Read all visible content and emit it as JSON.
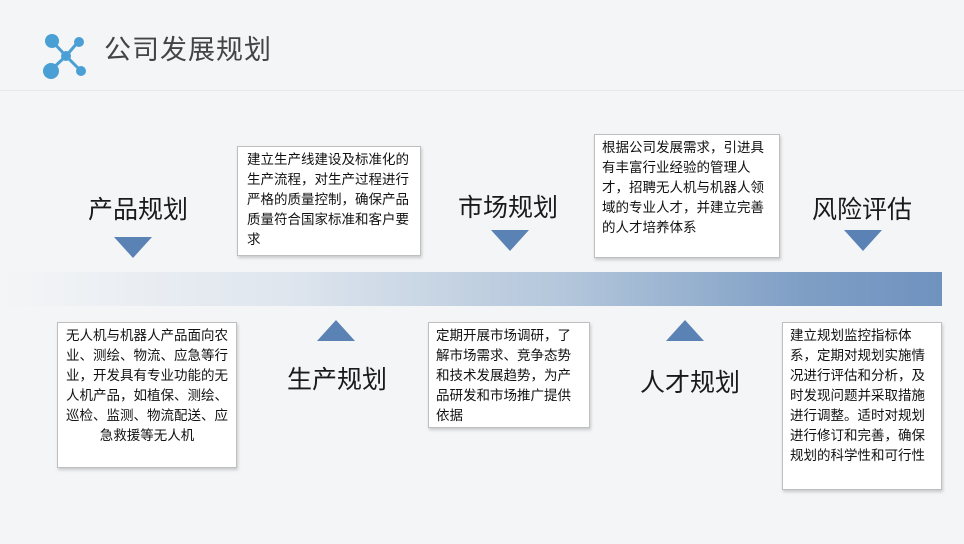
{
  "page": {
    "title": "公司发展规划"
  },
  "colors": {
    "accent": "#5a82b4",
    "logo": "#4a9fd4"
  },
  "stages": [
    {
      "label": "产品规划",
      "text": "无人机与机器人产品面向农业、测绘、物流、应急等行业，开发具有专业功能的无人机产品，如植保、测绘、巡检、监测、物流配送、应急救援等无人机"
    },
    {
      "label": "生产规划",
      "text": "建立生产线建设及标准化的生产流程，对生产过程进行严格的质量控制，确保产品质量符合国家标准和客户要求"
    },
    {
      "label": "市场规划",
      "text": "定期开展市场调研，了解市场需求、竞争态势和技术发展趋势，为产品研发和市场推广提供依据"
    },
    {
      "label": "人才规划",
      "text": "根据公司发展需求，引进具有丰富行业经验的管理人才，招聘无人机与机器人领域的专业人才，并建立完善的人才培养体系"
    },
    {
      "label": "风险评估",
      "text": "建立规划监控指标体系，定期对规划实施情况进行评估和分析，及时发现问题并采取措施进行调整。适时对规划进行修订和完善，确保规划的科学性和可行性"
    }
  ]
}
